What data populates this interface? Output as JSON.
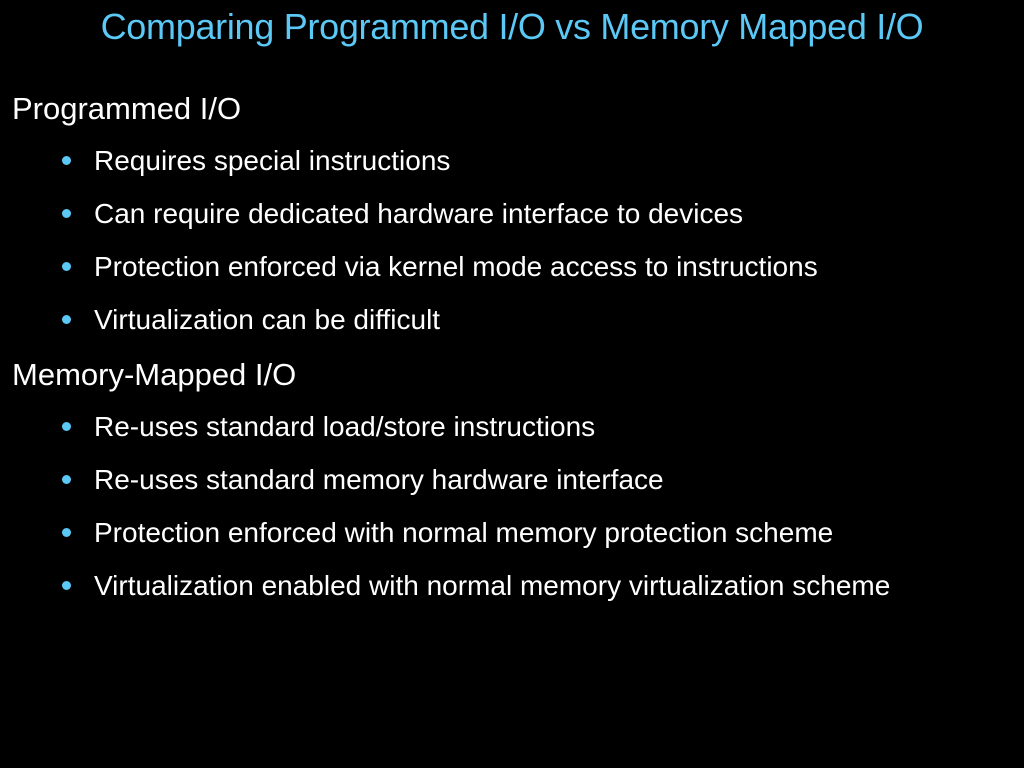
{
  "slide": {
    "title": "Comparing Programmed I/O vs Memory Mapped I/O",
    "accent_color": "#5BC8F5",
    "sections": [
      {
        "heading": "Programmed I/O",
        "bullets": [
          "Requires special instructions",
          "Can require dedicated hardware interface to devices",
          "Protection enforced via kernel mode access to instructions",
          "Virtualization can be difficult"
        ]
      },
      {
        "heading": "Memory-Mapped I/O",
        "bullets": [
          "Re-uses standard load/store instructions",
          "Re-uses standard memory hardware interface",
          "Protection enforced with normal memory protection scheme",
          "Virtualization enabled with normal memory virtualization scheme"
        ]
      }
    ]
  }
}
